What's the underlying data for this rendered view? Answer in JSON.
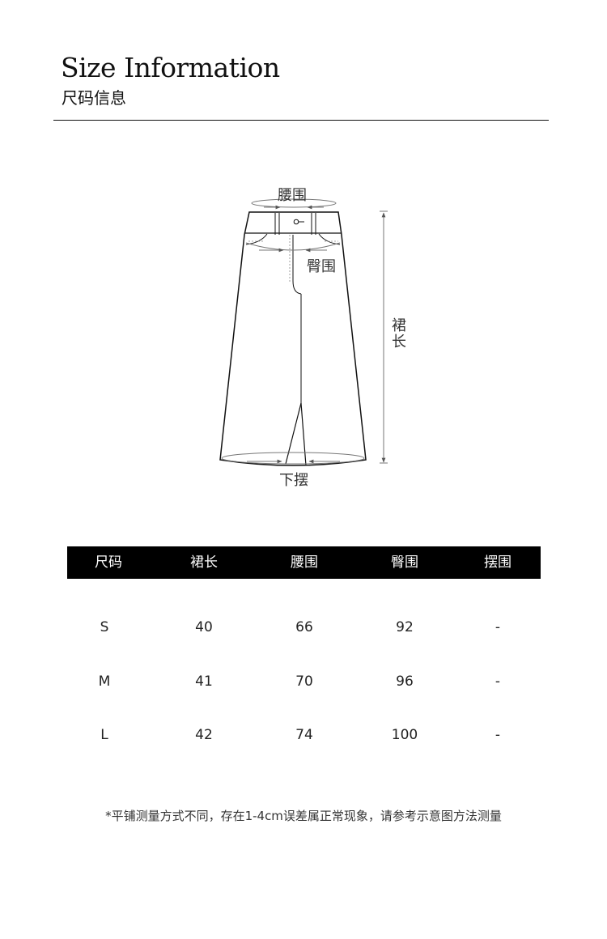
{
  "header": {
    "title_en": "Size Information",
    "title_cn": "尺码信息"
  },
  "diagram": {
    "labels": {
      "waist": "腰围",
      "hip": "臀围",
      "length": "裙长",
      "hem": "下摆"
    }
  },
  "table": {
    "columns": [
      "尺码",
      "裙长",
      "腰围",
      "臀围",
      "摆围"
    ],
    "rows": [
      [
        "S",
        "40",
        "66",
        "92",
        "-"
      ],
      [
        "M",
        "41",
        "70",
        "96",
        "-"
      ],
      [
        "L",
        "42",
        "74",
        "100",
        "-"
      ]
    ]
  },
  "note": "*平铺测量方式不同，存在1-4cm误差属正常现象，请参考示意图方法测量"
}
